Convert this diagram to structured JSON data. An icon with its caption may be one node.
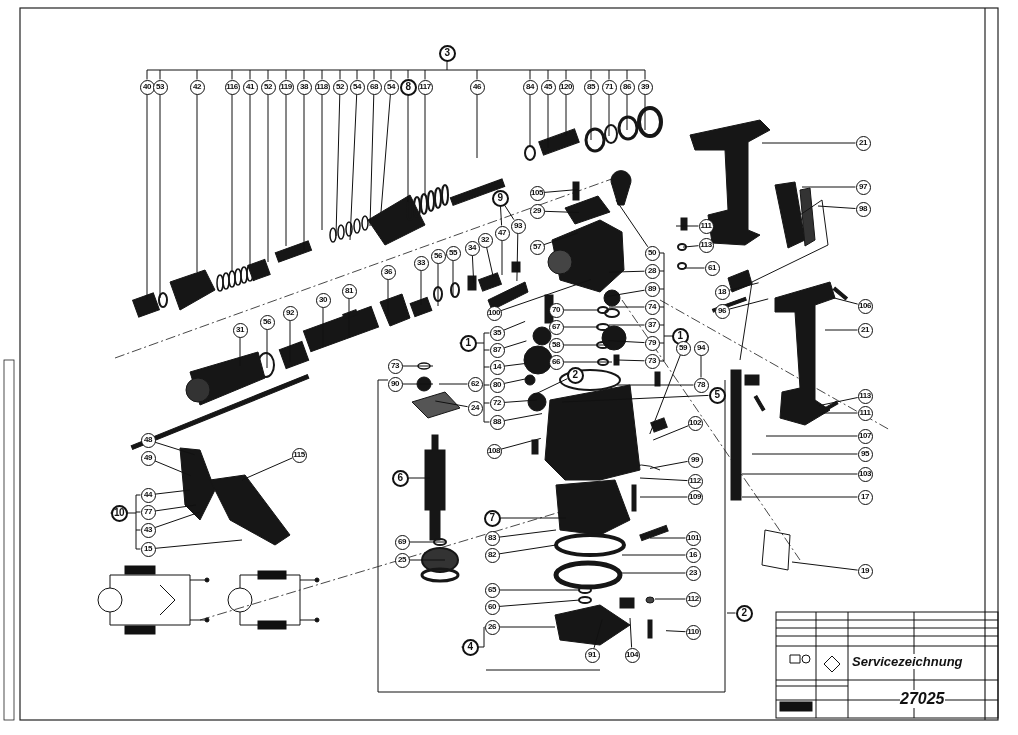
{
  "diagram": {
    "nodes": [
      {
        "text": [
          "3"
        ]
      },
      {
        "text": [
          "40"
        ]
      },
      {
        "text": [
          "53"
        ]
      },
      {
        "text": [
          "42"
        ]
      },
      {
        "text": [
          "116"
        ]
      },
      {
        "text": [
          "41"
        ]
      },
      {
        "text": [
          "52"
        ]
      },
      {
        "text": [
          "119"
        ]
      },
      {
        "text": [
          "38"
        ]
      },
      {
        "text": [
          "118"
        ]
      },
      {
        "text": [
          "52"
        ]
      },
      {
        "text": [
          "54"
        ]
      },
      {
        "text": [
          "68"
        ]
      },
      {
        "text": [
          "54"
        ]
      },
      {
        "text": [
          "8"
        ]
      },
      {
        "text": [
          "117"
        ]
      },
      {
        "text": [
          "46"
        ]
      },
      {
        "text": [
          "84"
        ]
      },
      {
        "text": [
          "45"
        ]
      },
      {
        "text": [
          "120"
        ]
      },
      {
        "text": [
          "85"
        ]
      },
      {
        "text": [
          "71"
        ]
      },
      {
        "text": [
          "86"
        ]
      },
      {
        "text": [
          "39"
        ]
      },
      {
        "text": [
          "105"
        ]
      },
      {
        "text": [
          "29"
        ]
      },
      {
        "text": [
          "9"
        ]
      },
      {
        "text": [
          "47"
        ]
      },
      {
        "text": [
          "93"
        ]
      },
      {
        "text": [
          "57"
        ]
      },
      {
        "text": [
          "32"
        ]
      },
      {
        "text": [
          "34"
        ]
      },
      {
        "text": [
          "55"
        ]
      },
      {
        "text": [
          "56"
        ]
      },
      {
        "text": [
          "33"
        ]
      },
      {
        "text": [
          "36"
        ]
      },
      {
        "text": [
          "81"
        ]
      },
      {
        "text": [
          "30"
        ]
      },
      {
        "text": [
          "92"
        ]
      },
      {
        "text": [
          "56"
        ]
      },
      {
        "text": [
          "31"
        ]
      },
      {
        "text": [
          "111"
        ]
      },
      {
        "text": [
          "113"
        ]
      },
      {
        "text": [
          "61"
        ]
      },
      {
        "text": [
          "50"
        ]
      },
      {
        "text": [
          "28"
        ]
      },
      {
        "text": [
          "89"
        ]
      },
      {
        "text": [
          "74"
        ]
      },
      {
        "text": [
          "37"
        ]
      },
      {
        "text": [
          "79"
        ]
      },
      {
        "text": [
          "73"
        ]
      },
      {
        "text": [
          "1"
        ]
      },
      {
        "text": [
          "100"
        ]
      },
      {
        "text": [
          "1"
        ]
      },
      {
        "text": [
          "35"
        ]
      },
      {
        "text": [
          "87"
        ]
      },
      {
        "text": [
          "14"
        ]
      },
      {
        "text": [
          "80"
        ]
      },
      {
        "text": [
          "72"
        ]
      },
      {
        "text": [
          "88"
        ]
      },
      {
        "text": [
          "2"
        ]
      },
      {
        "text": [
          "70"
        ]
      },
      {
        "text": [
          "67"
        ]
      },
      {
        "text": [
          "58"
        ]
      },
      {
        "text": [
          "66"
        ]
      },
      {
        "text": [
          "59"
        ]
      },
      {
        "text": [
          "94"
        ]
      },
      {
        "text": [
          "78"
        ]
      },
      {
        "text": [
          "5"
        ]
      },
      {
        "text": [
          "18"
        ]
      },
      {
        "text": [
          "96"
        ]
      },
      {
        "text": [
          "21"
        ]
      },
      {
        "text": [
          "97"
        ]
      },
      {
        "text": [
          "98"
        ]
      },
      {
        "text": [
          "106"
        ]
      },
      {
        "text": [
          "21"
        ]
      },
      {
        "text": [
          "113"
        ]
      },
      {
        "text": [
          "111"
        ]
      },
      {
        "text": [
          "107"
        ]
      },
      {
        "text": [
          "95"
        ]
      },
      {
        "text": [
          "103"
        ]
      },
      {
        "text": [
          "17"
        ]
      },
      {
        "text": [
          "19"
        ]
      },
      {
        "text": [
          "73"
        ]
      },
      {
        "text": [
          "90"
        ]
      },
      {
        "text": [
          "62"
        ]
      },
      {
        "text": [
          "24"
        ]
      },
      {
        "text": [
          "108"
        ]
      },
      {
        "text": [
          "102"
        ]
      },
      {
        "text": [
          "99"
        ]
      },
      {
        "text": [
          "112"
        ]
      },
      {
        "text": [
          "109"
        ]
      },
      {
        "text": [
          "6"
        ]
      },
      {
        "text": [
          "7"
        ]
      },
      {
        "text": [
          "83"
        ]
      },
      {
        "text": [
          "82"
        ]
      },
      {
        "text": [
          "69"
        ]
      },
      {
        "text": [
          "25"
        ]
      },
      {
        "text": [
          "101"
        ]
      },
      {
        "text": [
          "16"
        ]
      },
      {
        "text": [
          "23"
        ]
      },
      {
        "text": [
          "65"
        ]
      },
      {
        "text": [
          "60"
        ]
      },
      {
        "text": [
          "112"
        ]
      },
      {
        "text": [
          "110"
        ]
      },
      {
        "text": [
          "2"
        ]
      },
      {
        "text": [
          "26"
        ]
      },
      {
        "text": [
          "4"
        ]
      },
      {
        "text": [
          "91"
        ]
      },
      {
        "text": [
          "104"
        ]
      },
      {
        "text": [
          "48"
        ]
      },
      {
        "text": [
          "49"
        ]
      },
      {
        "text": [
          "115"
        ]
      },
      {
        "text": [
          "44"
        ]
      },
      {
        "text": [
          "77"
        ]
      },
      {
        "text": [
          "43"
        ]
      },
      {
        "text": [
          "15"
        ]
      },
      {
        "text": [
          "10"
        ]
      }
    ],
    "edges": [
      {
        "from": 0,
        "to": 1,
        "arrow": "none"
      },
      {
        "from": 0,
        "to": 2,
        "arrow": "none"
      },
      {
        "from": 0,
        "to": 3,
        "arrow": "none"
      },
      {
        "from": 0,
        "to": 4,
        "arrow": "none"
      },
      {
        "from": 0,
        "to": 5,
        "arrow": "none"
      },
      {
        "from": 0,
        "to": 6,
        "arrow": "none"
      },
      {
        "from": 0,
        "to": 7,
        "arrow": "none"
      },
      {
        "from": 0,
        "to": 8,
        "arrow": "none"
      },
      {
        "from": 0,
        "to": 9,
        "arrow": "none"
      },
      {
        "from": 0,
        "to": 10,
        "arrow": "none"
      },
      {
        "from": 0,
        "to": 11,
        "arrow": "none"
      },
      {
        "from": 0,
        "to": 12,
        "arrow": "none"
      },
      {
        "from": 0,
        "to": 13,
        "arrow": "none"
      },
      {
        "from": 0,
        "to": 14,
        "arrow": "none"
      },
      {
        "from": 0,
        "to": 15,
        "arrow": "none"
      },
      {
        "from": 0,
        "to": 16,
        "arrow": "none"
      },
      {
        "from": 0,
        "to": 17,
        "arrow": "none"
      },
      {
        "from": 0,
        "to": 18,
        "arrow": "none"
      },
      {
        "from": 0,
        "to": 19,
        "arrow": "none"
      },
      {
        "from": 0,
        "to": 20,
        "arrow": "none"
      },
      {
        "from": 0,
        "to": 21,
        "arrow": "none"
      },
      {
        "from": 0,
        "to": 22,
        "arrow": "none"
      },
      {
        "from": 0,
        "to": 23,
        "arrow": "none"
      },
      {
        "from": 1,
        "to": null,
        "arrow": "none"
      },
      {
        "from": 2,
        "to": null,
        "arrow": "none"
      },
      {
        "from": 3,
        "to": null,
        "arrow": "none"
      },
      {
        "from": 4,
        "to": null,
        "arrow": "none"
      },
      {
        "from": 5,
        "to": null,
        "arrow": "none"
      },
      {
        "from": 6,
        "to": null,
        "arrow": "none"
      },
      {
        "from": 7,
        "to": null,
        "arrow": "none"
      },
      {
        "from": 8,
        "to": null,
        "arrow": "none"
      },
      {
        "from": 9,
        "to": null,
        "arrow": "none"
      },
      {
        "from": 10,
        "to": null,
        "arrow": "none"
      },
      {
        "from": 11,
        "to": null,
        "arrow": "none"
      },
      {
        "from": 12,
        "to": null,
        "arrow": "none"
      },
      {
        "from": 13,
        "to": null,
        "arrow": "none"
      },
      {
        "from": 14,
        "to": null,
        "arrow": "none"
      },
      {
        "from": 15,
        "to": null,
        "arrow": "none"
      },
      {
        "from": 16,
        "to": null,
        "arrow": "none"
      },
      {
        "from": 17,
        "to": null,
        "arrow": "none"
      },
      {
        "from": 18,
        "to": null,
        "arrow": "none"
      },
      {
        "from": 19,
        "to": null,
        "arrow": "none"
      },
      {
        "from": 20,
        "to": null,
        "arrow": "none"
      },
      {
        "from": 21,
        "to": null,
        "arrow": "none"
      },
      {
        "from": 22,
        "to": null,
        "arrow": "none"
      },
      {
        "from": 23,
        "to": null,
        "arrow": "none"
      },
      {
        "from": 24,
        "to": null,
        "arrow": "none"
      },
      {
        "from": 25,
        "to": null,
        "arrow": "none"
      },
      {
        "from": 26,
        "to": 27,
        "arrow": "none"
      },
      {
        "from": 26,
        "to": 28,
        "arrow": "none"
      },
      {
        "from": 27,
        "to": null,
        "arrow": "none"
      },
      {
        "from": 28,
        "to": null,
        "arrow": "none"
      },
      {
        "from": 29,
        "to": null,
        "arrow": "none"
      },
      {
        "from": 30,
        "to": null,
        "arrow": "none"
      },
      {
        "from": 31,
        "to": null,
        "arrow": "none"
      },
      {
        "from": 32,
        "to": null,
        "arrow": "none"
      },
      {
        "from": 33,
        "to": null,
        "arrow": "none"
      },
      {
        "from": 34,
        "to": null,
        "arrow": "none"
      },
      {
        "from": 35,
        "to": null,
        "arrow": "none"
      },
      {
        "from": 36,
        "to": null,
        "arrow": "none"
      },
      {
        "from": 37,
        "to": null,
        "arrow": "none"
      },
      {
        "from": 38,
        "to": null,
        "arrow": "none"
      },
      {
        "from": 39,
        "to": null,
        "arrow": "none"
      },
      {
        "from": 40,
        "to": null,
        "arrow": "none"
      },
      {
        "from": 41,
        "to": null,
        "arrow": "none"
      },
      {
        "from": 42,
        "to": null,
        "arrow": "none"
      },
      {
        "from": 43,
        "to": null,
        "arrow": "none"
      },
      {
        "from": 44,
        "to": null,
        "arrow": "none"
      },
      {
        "from": 45,
        "to": null,
        "arrow": "none"
      },
      {
        "from": 46,
        "to": null,
        "arrow": "none"
      },
      {
        "from": 47,
        "to": null,
        "arrow": "none"
      },
      {
        "from": 48,
        "to": null,
        "arrow": "none"
      },
      {
        "from": 49,
        "to": null,
        "arrow": "none"
      },
      {
        "from": 50,
        "to": null,
        "arrow": "none"
      },
      {
        "from": 51,
        "to": 44,
        "arrow": "none"
      },
      {
        "from": 51,
        "to": 45,
        "arrow": "none"
      },
      {
        "from": 51,
        "to": 46,
        "arrow": "none"
      },
      {
        "from": 51,
        "to": 47,
        "arrow": "none"
      },
      {
        "from": 51,
        "to": 48,
        "arrow": "none"
      },
      {
        "from": 51,
        "to": 49,
        "arrow": "none"
      },
      {
        "from": 51,
        "to": 50,
        "arrow": "none"
      },
      {
        "from": 52,
        "to": null,
        "arrow": "none"
      },
      {
        "from": 53,
        "to": 54,
        "arrow": "none"
      },
      {
        "from": 53,
        "to": 55,
        "arrow": "none"
      },
      {
        "from": 53,
        "to": 56,
        "arrow": "none"
      },
      {
        "from": 53,
        "to": 57,
        "arrow": "none"
      },
      {
        "from": 53,
        "to": 58,
        "arrow": "none"
      },
      {
        "from": 53,
        "to": 59,
        "arrow": "none"
      },
      {
        "from": 54,
        "to": null,
        "arrow": "none"
      },
      {
        "from": 55,
        "to": null,
        "arrow": "none"
      },
      {
        "from": 56,
        "to": null,
        "arrow": "none"
      },
      {
        "from": 57,
        "to": null,
        "arrow": "none"
      },
      {
        "from": 58,
        "to": null,
        "arrow": "none"
      },
      {
        "from": 59,
        "to": null,
        "arrow": "none"
      },
      {
        "from": 60,
        "to": null,
        "arrow": "none"
      },
      {
        "from": 61,
        "to": null,
        "arrow": "none"
      },
      {
        "from": 62,
        "to": null,
        "arrow": "none"
      },
      {
        "from": 63,
        "to": null,
        "arrow": "none"
      },
      {
        "from": 64,
        "to": null,
        "arrow": "none"
      },
      {
        "from": 65,
        "to": null,
        "arrow": "none"
      },
      {
        "from": 66,
        "to": 67,
        "arrow": "none"
      },
      {
        "from": 67,
        "to": null,
        "arrow": "none"
      },
      {
        "from": 68,
        "to": null,
        "arrow": "none"
      },
      {
        "from": 69,
        "to": null,
        "arrow": "none"
      },
      {
        "from": 70,
        "to": null,
        "arrow": "none"
      },
      {
        "from": 71,
        "to": null,
        "arrow": "none"
      },
      {
        "from": 72,
        "to": null,
        "arrow": "none"
      },
      {
        "from": 73,
        "to": null,
        "arrow": "none"
      },
      {
        "from": 74,
        "to": null,
        "arrow": "none"
      },
      {
        "from": 75,
        "to": null,
        "arrow": "none"
      },
      {
        "from": 76,
        "to": null,
        "arrow": "none"
      },
      {
        "from": 77,
        "to": null,
        "arrow": "none"
      },
      {
        "from": 78,
        "to": null,
        "arrow": "none"
      },
      {
        "from": 79,
        "to": null,
        "arrow": "none"
      },
      {
        "from": 80,
        "to": null,
        "arrow": "none"
      },
      {
        "from": 81,
        "to": null,
        "arrow": "none"
      },
      {
        "from": 82,
        "to": null,
        "arrow": "none"
      },
      {
        "from": 83,
        "to": null,
        "arrow": "none"
      },
      {
        "from": 84,
        "to": null,
        "arrow": "none"
      },
      {
        "from": 85,
        "to": null,
        "arrow": "none"
      },
      {
        "from": 86,
        "to": null,
        "arrow": "none"
      },
      {
        "from": 87,
        "to": null,
        "arrow": "none"
      },
      {
        "from": 88,
        "to": null,
        "arrow": "none"
      },
      {
        "from": 89,
        "to": null,
        "arrow": "none"
      },
      {
        "from": 90,
        "to": null,
        "arrow": "none"
      },
      {
        "from": 91,
        "to": null,
        "arrow": "none"
      },
      {
        "from": 92,
        "to": null,
        "arrow": "none"
      },
      {
        "from": 93,
        "to": null,
        "arrow": "none"
      },
      {
        "from": 94,
        "to": null,
        "arrow": "none"
      },
      {
        "from": 95,
        "to": null,
        "arrow": "none"
      },
      {
        "from": 96,
        "to": null,
        "arrow": "none"
      },
      {
        "from": 97,
        "to": null,
        "arrow": "none"
      },
      {
        "from": 98,
        "to": null,
        "arrow": "none"
      },
      {
        "from": 99,
        "to": null,
        "arrow": "none"
      },
      {
        "from": 100,
        "to": null,
        "arrow": "none"
      },
      {
        "from": 101,
        "to": null,
        "arrow": "none"
      },
      {
        "from": 102,
        "to": null,
        "arrow": "none"
      },
      {
        "from": 103,
        "to": null,
        "arrow": "none"
      },
      {
        "from": 104,
        "to": null,
        "arrow": "none"
      },
      {
        "from": 105,
        "to": null,
        "arrow": "none"
      },
      {
        "from": 106,
        "to": null,
        "arrow": "none"
      },
      {
        "from": 107,
        "to": 106,
        "arrow": "none"
      },
      {
        "from": 108,
        "to": null,
        "arrow": "none"
      },
      {
        "from": 109,
        "to": null,
        "arrow": "none"
      },
      {
        "from": 110,
        "to": null,
        "arrow": "none"
      },
      {
        "from": 111,
        "to": null,
        "arrow": "none"
      },
      {
        "from": 112,
        "to": null,
        "arrow": "none"
      },
      {
        "from": 113,
        "to": null,
        "arrow": "none"
      },
      {
        "from": 114,
        "to": null,
        "arrow": "none"
      },
      {
        "from": 115,
        "to": null,
        "arrow": "none"
      },
      {
        "from": 116,
        "to": null,
        "arrow": "none"
      },
      {
        "from": 117,
        "to": 113,
        "arrow": "none"
      },
      {
        "from": 117,
        "to": 114,
        "arrow": "none"
      },
      {
        "from": 117,
        "to": 115,
        "arrow": "none"
      },
      {
        "from": 117,
        "to": 116,
        "arrow": "none"
      }
    ],
    "labels": [
      "Servicezeichnung",
      "27025"
    ]
  }
}
